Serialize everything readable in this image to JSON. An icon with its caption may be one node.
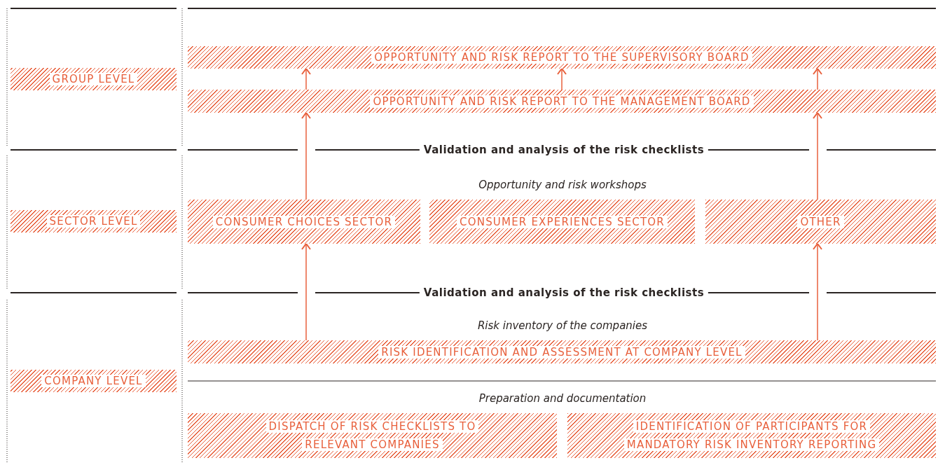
{
  "diagram": {
    "nodes": [
      {
        "text": [
          "GROUP LEVEL"
        ]
      },
      {
        "text": [
          "OPPORTUNITY AND RISK REPORT TO THE SUPERVISORY BOARD"
        ]
      },
      {
        "text": [
          "OPPORTUNITY AND RISK REPORT TO THE MANAGEMENT BOARD"
        ]
      },
      {
        "text": [
          "SECTOR LEVEL"
        ]
      },
      {
        "text": [
          "CONSUMER CHOICES SECTOR"
        ]
      },
      {
        "text": [
          "CONSUMER EXPERIENCES SECTOR"
        ]
      },
      {
        "text": [
          "OTHER"
        ]
      },
      {
        "text": [
          "COMPANY LEVEL"
        ]
      },
      {
        "text": [
          "RISK IDENTIFICATION AND ASSESSMENT AT COMPANY LEVEL"
        ]
      },
      {
        "text": [
          "DISPATCH OF RISK CHECKLISTS TO RELEVANT COMPANIES"
        ]
      },
      {
        "text": [
          "IDENTIFICATION OF PARTICIPANTS FOR MANDATORY RISK INVENTORY REPORTING"
        ]
      }
    ],
    "edges": [
      {
        "from": 2,
        "to": 1,
        "arrow": "to"
      },
      {
        "from": 2,
        "to": 1,
        "arrow": "to"
      },
      {
        "from": 2,
        "to": 1,
        "arrow": "to"
      },
      {
        "from": 4,
        "to": 2,
        "arrow": "to"
      },
      {
        "from": 6,
        "to": 2,
        "arrow": "to"
      },
      {
        "from": 8,
        "to": 4,
        "arrow": "to"
      },
      {
        "from": 8,
        "to": 6,
        "arrow": "to"
      }
    ],
    "labels": [
      "Validation and analysis of the risk checklists",
      "Opportunity and risk workshops",
      "Validation and analysis of the risk checklists",
      "Risk inventory of the companies",
      "Preparation and documentation"
    ]
  }
}
